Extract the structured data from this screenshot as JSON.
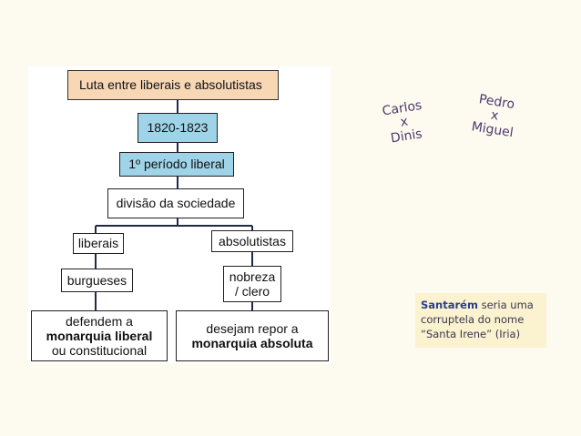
{
  "diagram": {
    "title": "Luta entre liberais e absolutistas",
    "date": "1820-1823",
    "period": "1º período liberal",
    "division": "divisão da sociedade",
    "left_branch": {
      "label": "liberais",
      "group": "burgueses",
      "result_line1": "defendem a",
      "result_line2": "monarquia liberal",
      "result_line3": "ou constitucional"
    },
    "right_branch": {
      "label": "absolutistas",
      "group_line1": "nobreza",
      "group_line2": "/ clero",
      "result_line1": "desejam repor a",
      "result_line2": "monarquia absoluta"
    }
  },
  "annotations": {
    "pair1": {
      "name1": "Carlos",
      "sep": "x",
      "name2": "Dinis"
    },
    "pair2": {
      "name1": "Pedro",
      "sep": "x",
      "name2": "Miguel"
    }
  },
  "note": {
    "keyword": "Santarém",
    "text": " seria uma corruptela do nome “Santa Irene” (Iria)"
  },
  "colors": {
    "title_box": "#f8d7b5",
    "highlight_box": "#9fd3e8",
    "connector": "#1f2a4a",
    "note_background": "#fbf2cf"
  }
}
